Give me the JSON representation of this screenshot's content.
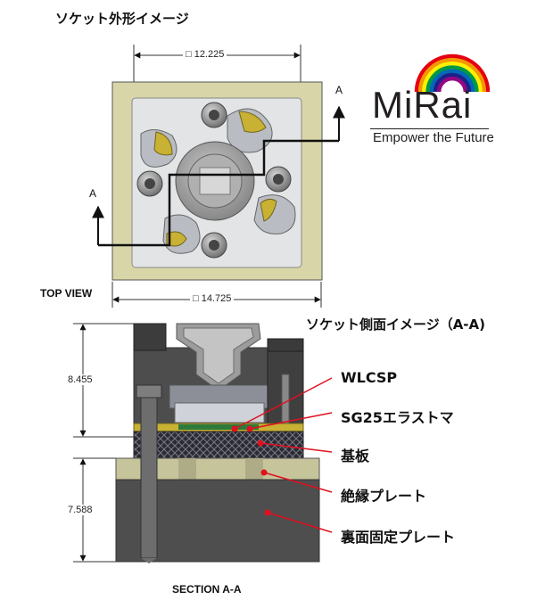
{
  "top_view": {
    "title": "ソケット外形イメージ",
    "inner_dimension": "□ 12.225",
    "outer_dimension": "□ 14.725",
    "section_marker": "A",
    "label": "TOP VIEW"
  },
  "section_view": {
    "title": "ソケット側面イメージ（A-A)",
    "upper_height": "8.455",
    "lower_height": "7.588",
    "label": "SECTION A-A",
    "callouts": [
      "WLCSP",
      "SG25エラストマ",
      "基板",
      "絶縁プレート",
      "裏面固定プレート"
    ]
  },
  "logo": {
    "name": "MiRai",
    "tagline": "Empower the Future",
    "rainbow_colors": [
      "#e60012",
      "#f39800",
      "#fff100",
      "#009944",
      "#0068b7",
      "#1d2088",
      "#920783"
    ]
  },
  "colors": {
    "callout_red": "#e01020",
    "frame": "#d8d6a8",
    "dark_metal": "#555555"
  }
}
